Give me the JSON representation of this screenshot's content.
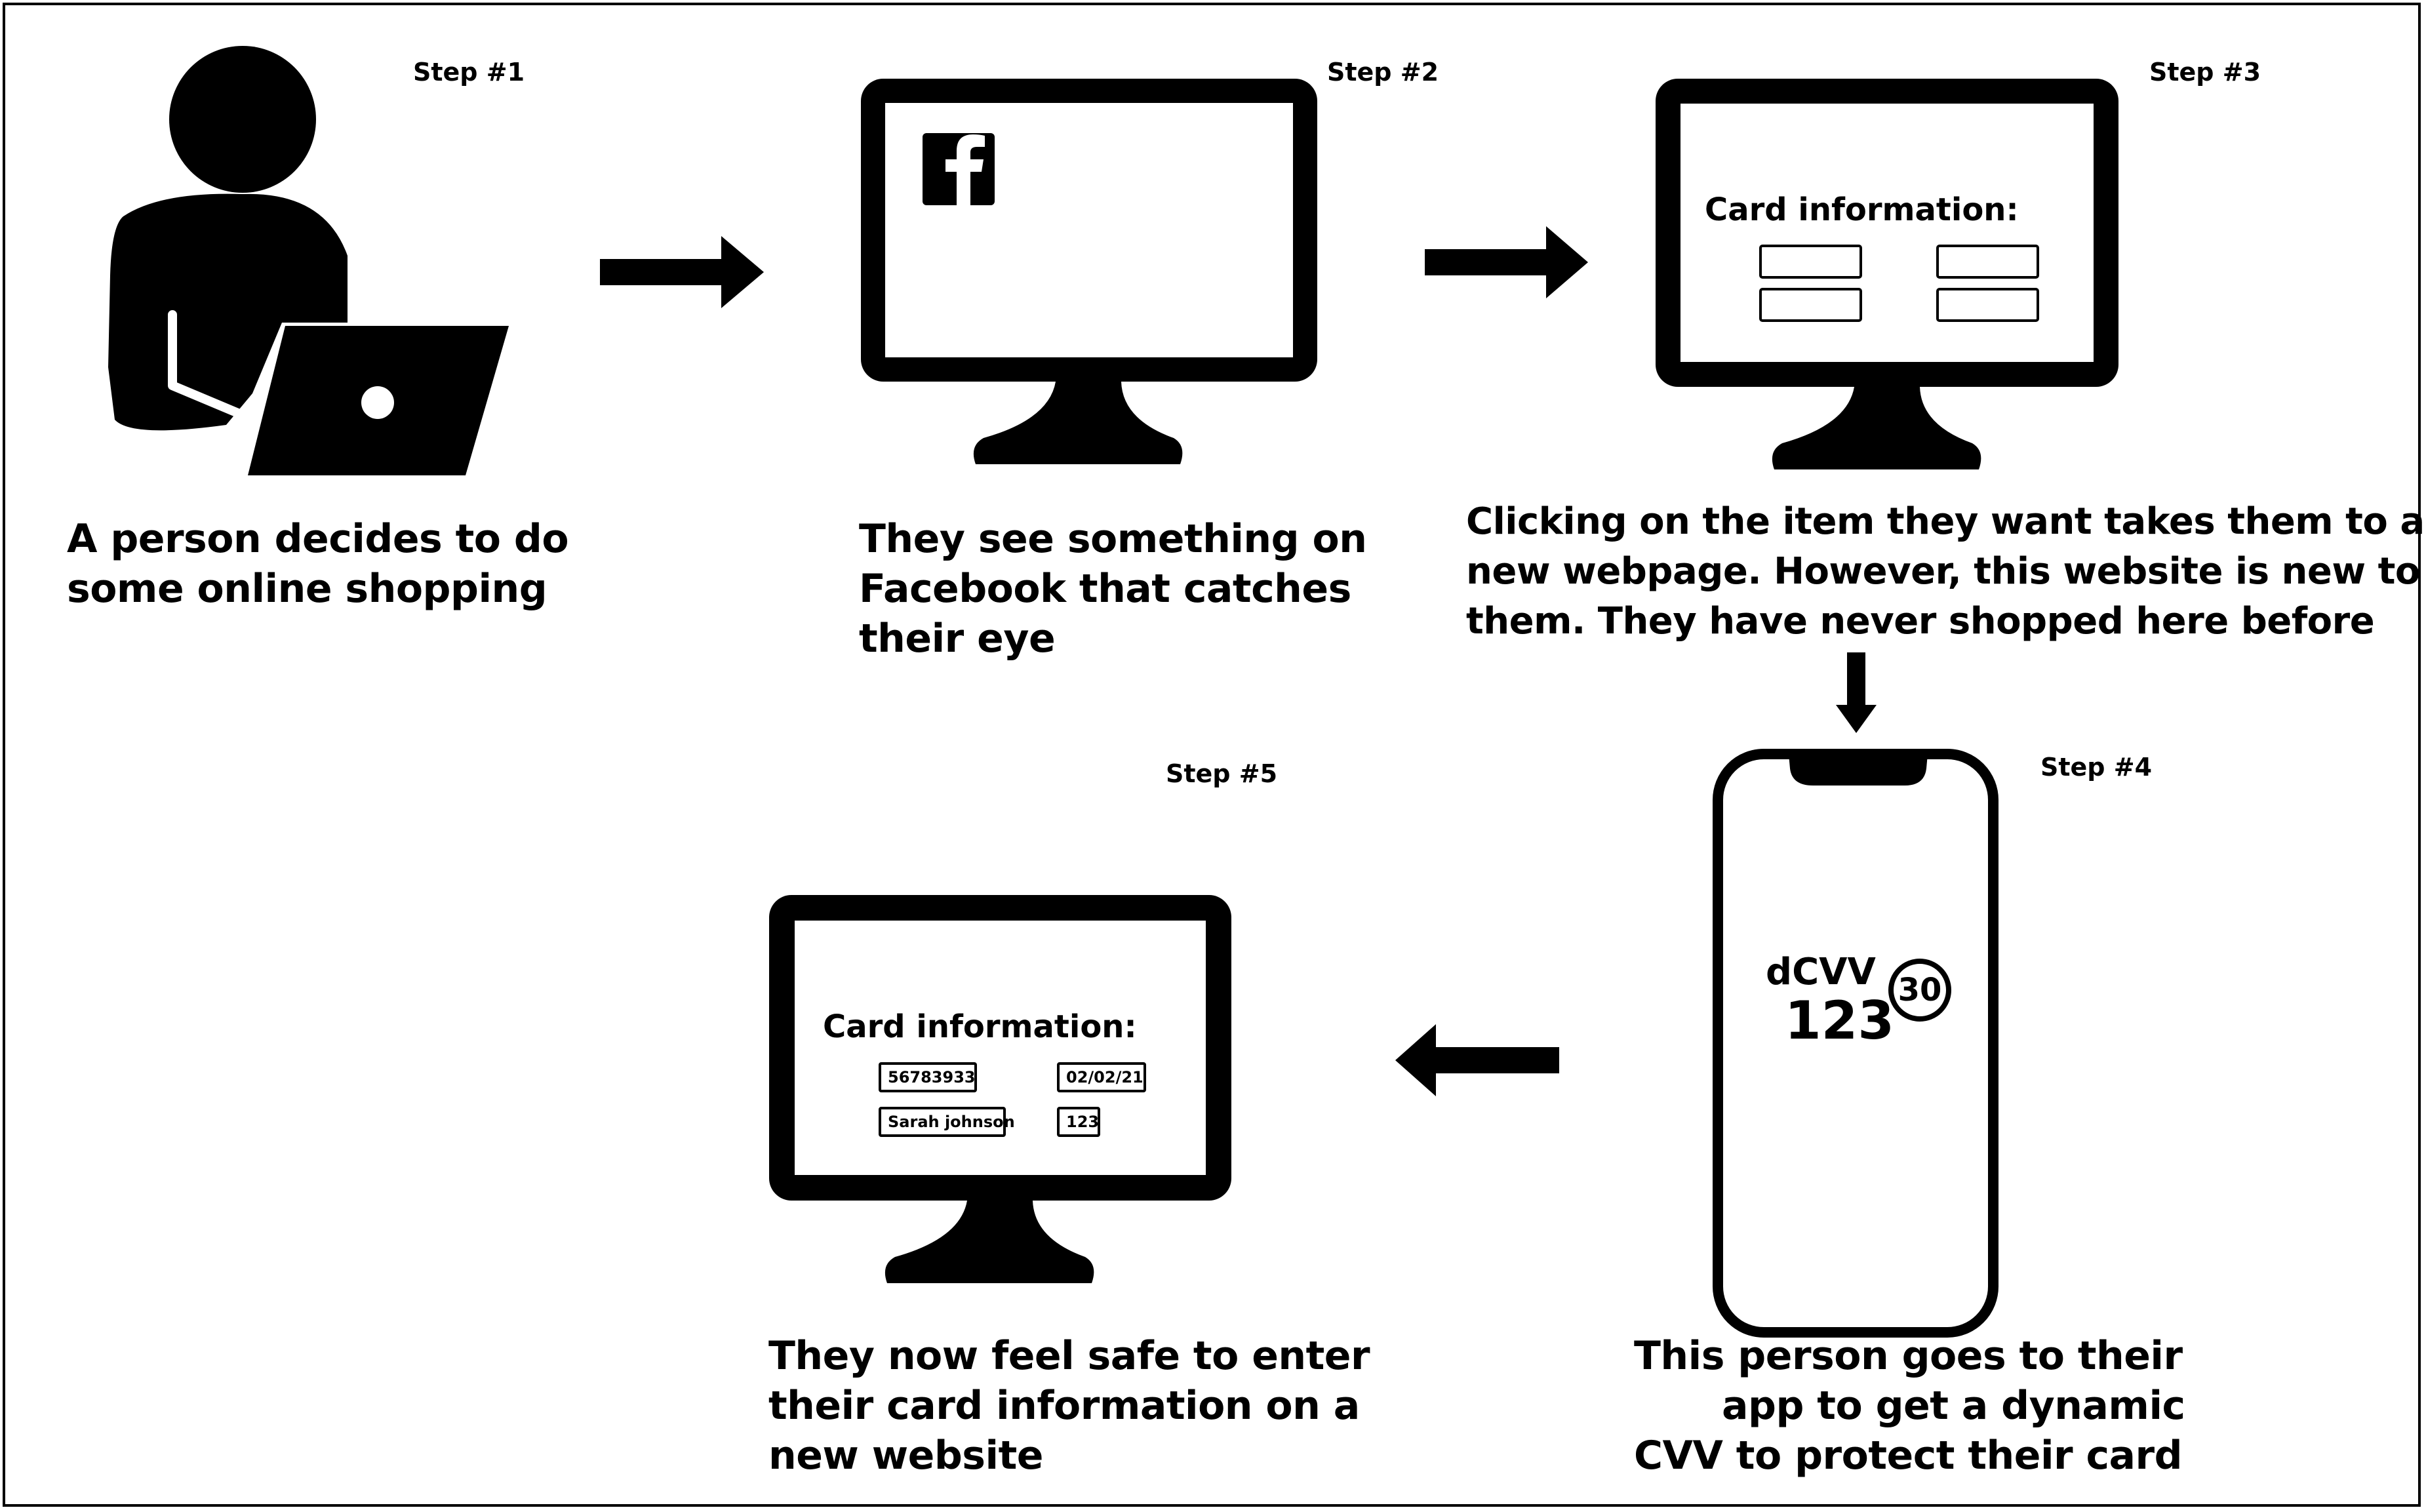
{
  "steps": {
    "s1": "Step #1",
    "s2": "Step #2",
    "s3": "Step #3",
    "s4": "Step #4",
    "s5": "Step #5"
  },
  "captions": {
    "c1": [
      "A person decides to do",
      "some online shopping"
    ],
    "c2": [
      "They see something on",
      "Facebook that catches",
      "their eye"
    ],
    "c3": [
      "Clicking on the item they want takes them to a",
      "new webpage. However, this website is new to",
      "them. They have never shopped here before"
    ],
    "c4": [
      "This person goes to their",
      "app to get a dynamic",
      "CVV to protect their card"
    ],
    "c5": [
      "They now feel safe to enter",
      "their card information on a",
      "new website"
    ]
  },
  "screen3": {
    "label": "Card information:"
  },
  "screen5": {
    "label": "Card information:",
    "card_number": "56783933",
    "expiry": "02/02/21",
    "name": "Sarah johnson",
    "cvv": "123"
  },
  "phone": {
    "label": "dCVV",
    "code": "123",
    "timer": "30"
  },
  "icons": [
    "person-with-laptop-icon",
    "monitor-icon",
    "facebook-icon",
    "phone-icon",
    "arrow-right-icon",
    "arrow-down-icon",
    "arrow-left-icon"
  ]
}
